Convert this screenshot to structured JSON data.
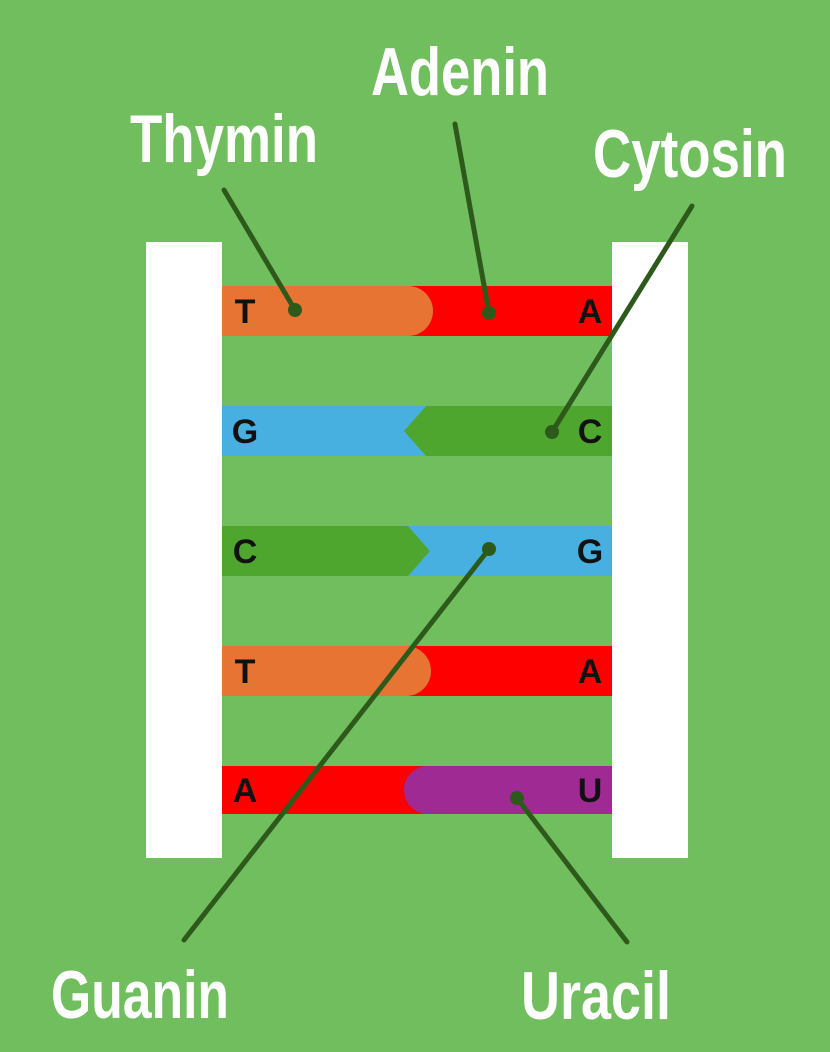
{
  "colors": {
    "background": "#71be5e",
    "backbone": "#ffffff",
    "thymin": "#e87434",
    "adenin": "#ff0000",
    "guanin": "#47b0e0",
    "cytosin": "#4ea62f",
    "uracil": "#a02a94",
    "leader": "#2d5a1b",
    "letter": "#111111",
    "label": "#ffffff"
  },
  "labels": {
    "thymin": "Thymin",
    "adenin": "Adenin",
    "cytosin": "Cytosin",
    "guanin": "Guanin",
    "uracil": "Uracil"
  },
  "rungs": [
    {
      "left": "T",
      "right": "A",
      "left_base": "thymin",
      "right_base": "adenin"
    },
    {
      "left": "G",
      "right": "C",
      "left_base": "guanin",
      "right_base": "cytosin"
    },
    {
      "left": "C",
      "right": "G",
      "left_base": "cytosin",
      "right_base": "guanin"
    },
    {
      "left": "T",
      "right": "A",
      "left_base": "thymin",
      "right_base": "adenin"
    },
    {
      "left": "A",
      "right": "U",
      "left_base": "adenin",
      "right_base": "uracil"
    }
  ]
}
